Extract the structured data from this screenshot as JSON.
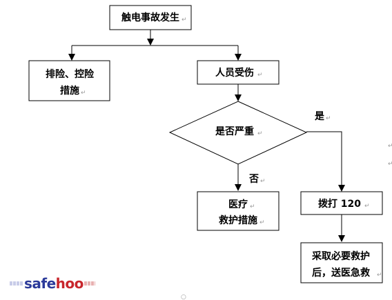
{
  "nodes": {
    "start": {
      "lines": [
        "触电事故发生"
      ]
    },
    "clear": {
      "lines": [
        "排险、控险",
        "措施"
      ]
    },
    "injury": {
      "lines": [
        "人员受伤"
      ]
    },
    "decision": {
      "lines": [
        "是否严重"
      ]
    },
    "treatment": {
      "lines": [
        "医疗",
        "救护措施"
      ]
    },
    "call": {
      "lines": [
        "拨打 120"
      ]
    },
    "rescue": {
      "lines": [
        "采取必要救护",
        "后，送医急救"
      ]
    }
  },
  "edge_labels": {
    "yes": "是",
    "no": "否"
  },
  "watermark": {
    "part_a": "safe",
    "part_b": "hoo"
  },
  "colors": {
    "line": "#000000",
    "mark": "#999999",
    "watermark_blue": "#2b3a9a",
    "watermark_red": "#c8262c"
  }
}
